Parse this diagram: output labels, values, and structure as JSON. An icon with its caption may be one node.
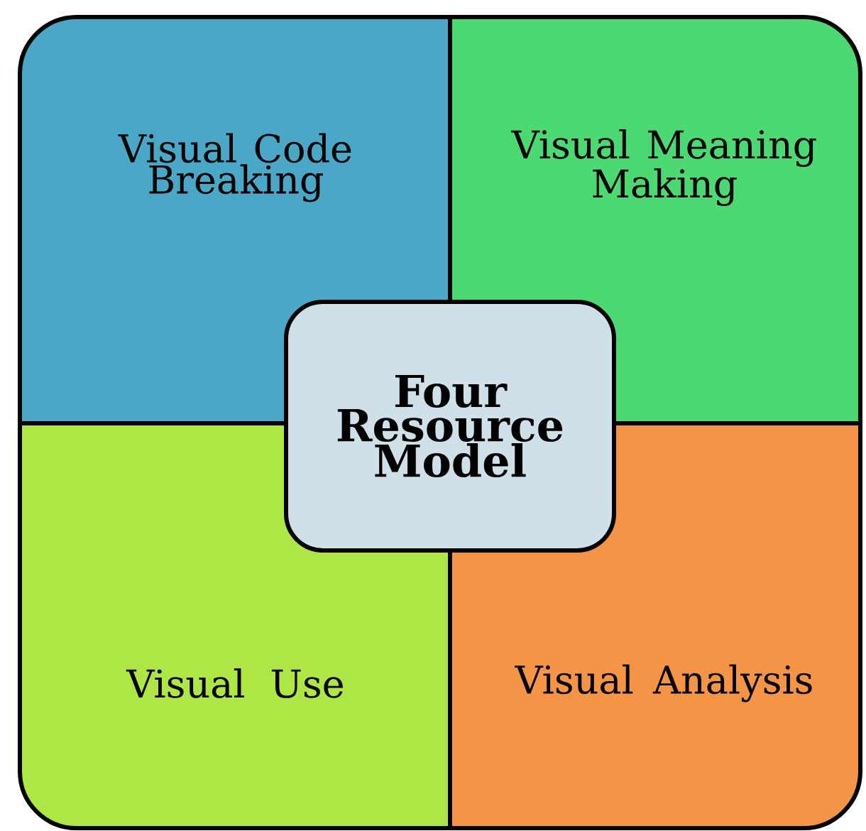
{
  "diagram": {
    "nodes": [
      {
        "text": [
          "Visual Code Breaking"
        ]
      },
      {
        "text": [
          "Visual Meaning Making"
        ]
      },
      {
        "text": [
          "Four Resource Model"
        ]
      },
      {
        "text": [
          "Visual Use"
        ]
      },
      {
        "text": [
          "Visual Analysis"
        ]
      }
    ]
  }
}
